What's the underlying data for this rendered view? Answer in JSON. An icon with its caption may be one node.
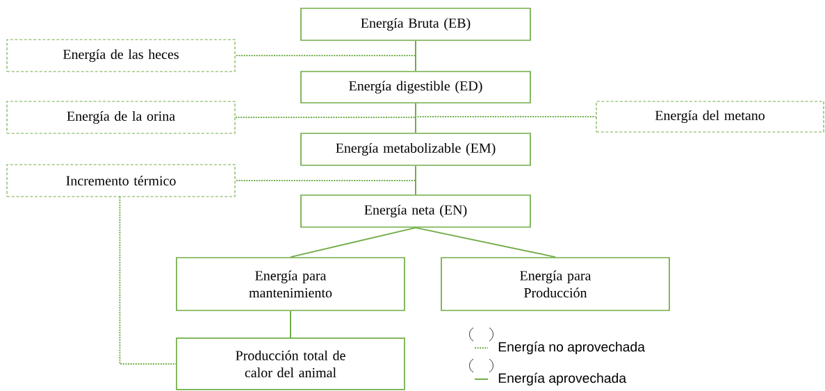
{
  "diagram": {
    "nodes": [
      {
        "text": [
          "Energía Bruta (EB)"
        ]
      },
      {
        "text": [
          "Energía de las heces"
        ]
      },
      {
        "text": [
          "Energía digestible (ED)"
        ]
      },
      {
        "text": [
          "Energía de la orina"
        ]
      },
      {
        "text": [
          "Energía del metano"
        ]
      },
      {
        "text": [
          "Energía metabolizable (EM)"
        ]
      },
      {
        "text": [
          "Incremento térmico"
        ]
      },
      {
        "text": [
          "Energía neta (EN)"
        ]
      },
      {
        "text": [
          "Energía para mantenimiento"
        ]
      },
      {
        "text": [
          "Energía para Producción"
        ]
      },
      {
        "text": [
          "Producción total de calor del animal"
        ]
      }
    ],
    "edges": [
      {
        "from": 0,
        "to": 2,
        "arrow": "none"
      },
      {
        "from": 0,
        "to": 1,
        "arrow": "none",
        "style": "dashed"
      },
      {
        "from": 2,
        "to": 5,
        "arrow": "none"
      },
      {
        "from": 2,
        "to": 3,
        "arrow": "none",
        "style": "dashed"
      },
      {
        "from": 2,
        "to": 4,
        "arrow": "none",
        "style": "dashed"
      },
      {
        "from": 5,
        "to": 7,
        "arrow": "none"
      },
      {
        "from": 5,
        "to": 6,
        "arrow": "none",
        "style": "dashed"
      },
      {
        "from": 7,
        "to": 8,
        "arrow": "none"
      },
      {
        "from": 7,
        "to": 9,
        "arrow": "none"
      },
      {
        "from": 8,
        "to": 10,
        "arrow": "none"
      },
      {
        "from": 6,
        "to": 10,
        "arrow": "none",
        "style": "dashed"
      }
    ],
    "legend": [
      {
        "text": "Energía no aprovechada"
      },
      {
        "text": "Energía aprovechada"
      }
    ]
  }
}
